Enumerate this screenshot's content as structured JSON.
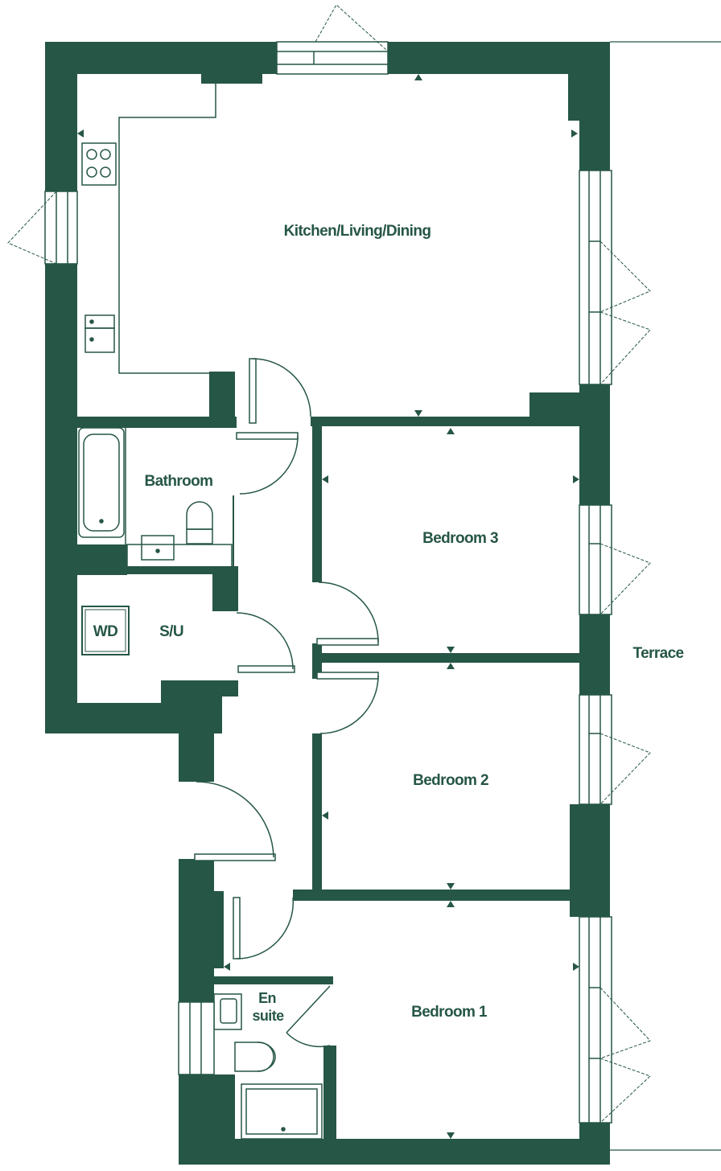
{
  "colors": {
    "wall": "#265646",
    "line": "#265646",
    "label": "#265646",
    "background": "#ffffff"
  },
  "rooms": {
    "kitchen": "Kitchen/Living/Dining",
    "bathroom": "Bathroom",
    "storage": "S/U",
    "washer_dryer": "WD",
    "bedroom3": "Bedroom 3",
    "bedroom2": "Bedroom 2",
    "bedroom1": "Bedroom 1",
    "ensuite_line1": "En",
    "ensuite_line2": "suite",
    "terrace": "Terrace"
  },
  "icons": [
    "hob-icon",
    "sink-icon",
    "bath-icon",
    "toilet-icon",
    "basin-icon",
    "shower-tray-icon",
    "door-swing-icon",
    "window-icon",
    "dimension-marker-icon"
  ]
}
